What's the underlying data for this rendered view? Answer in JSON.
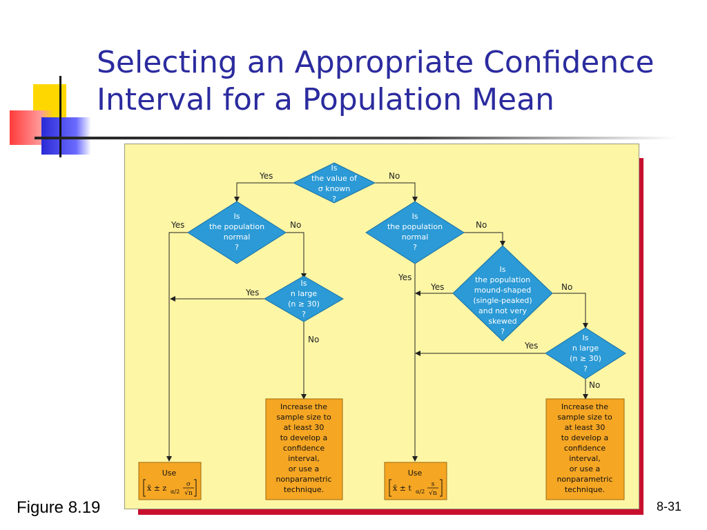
{
  "title": {
    "line1": "Selecting an Appropriate Confidence",
    "line2": "Interval for a Population Mean"
  },
  "caption": "Figure 8.19",
  "page_number": "8-31",
  "colors": {
    "title": "#2b2b9f",
    "panel": "#fdf6a5",
    "panel_shadow": "#c8102e",
    "diamond": "#2b9ad6",
    "box": "#f5a623"
  },
  "flowchart": {
    "decisions": {
      "sigma_known": [
        "Is",
        "the value of",
        "σ known",
        "?"
      ],
      "normal_left": [
        "Is",
        "the population",
        "normal",
        "?"
      ],
      "normal_right": [
        "Is",
        "the population",
        "normal",
        "?"
      ],
      "n_large_left": [
        "Is",
        "n large",
        "(n ≥ 30)",
        "?"
      ],
      "mound_shaped": [
        "Is",
        "the population",
        "mound-shaped",
        "(single-peaked)",
        "and not very",
        "skewed",
        "?"
      ],
      "n_large_right": [
        "Is",
        "n large",
        "(n ≥ 30)",
        "?"
      ]
    },
    "boxes": {
      "increase_left": [
        "Increase the",
        "sample size to",
        "at least 30",
        "to develop a",
        "confidence",
        "interval,",
        "or use a",
        "nonparametric",
        "technique."
      ],
      "increase_right": [
        "Increase the",
        "sample size to",
        "at least 30",
        "to develop a",
        "confidence",
        "interval,",
        "or use a",
        "nonparametric",
        "technique."
      ],
      "use_z": {
        "label": "Use",
        "formula": "x̄ ± z",
        "subscript": "α/2",
        "num": "σ",
        "den": "√n"
      },
      "use_t": {
        "label": "Use",
        "formula": "x̄ ± t",
        "subscript": "α/2",
        "num": "s",
        "den": "√n"
      }
    },
    "labels": {
      "yes": "Yes",
      "no": "No"
    }
  }
}
